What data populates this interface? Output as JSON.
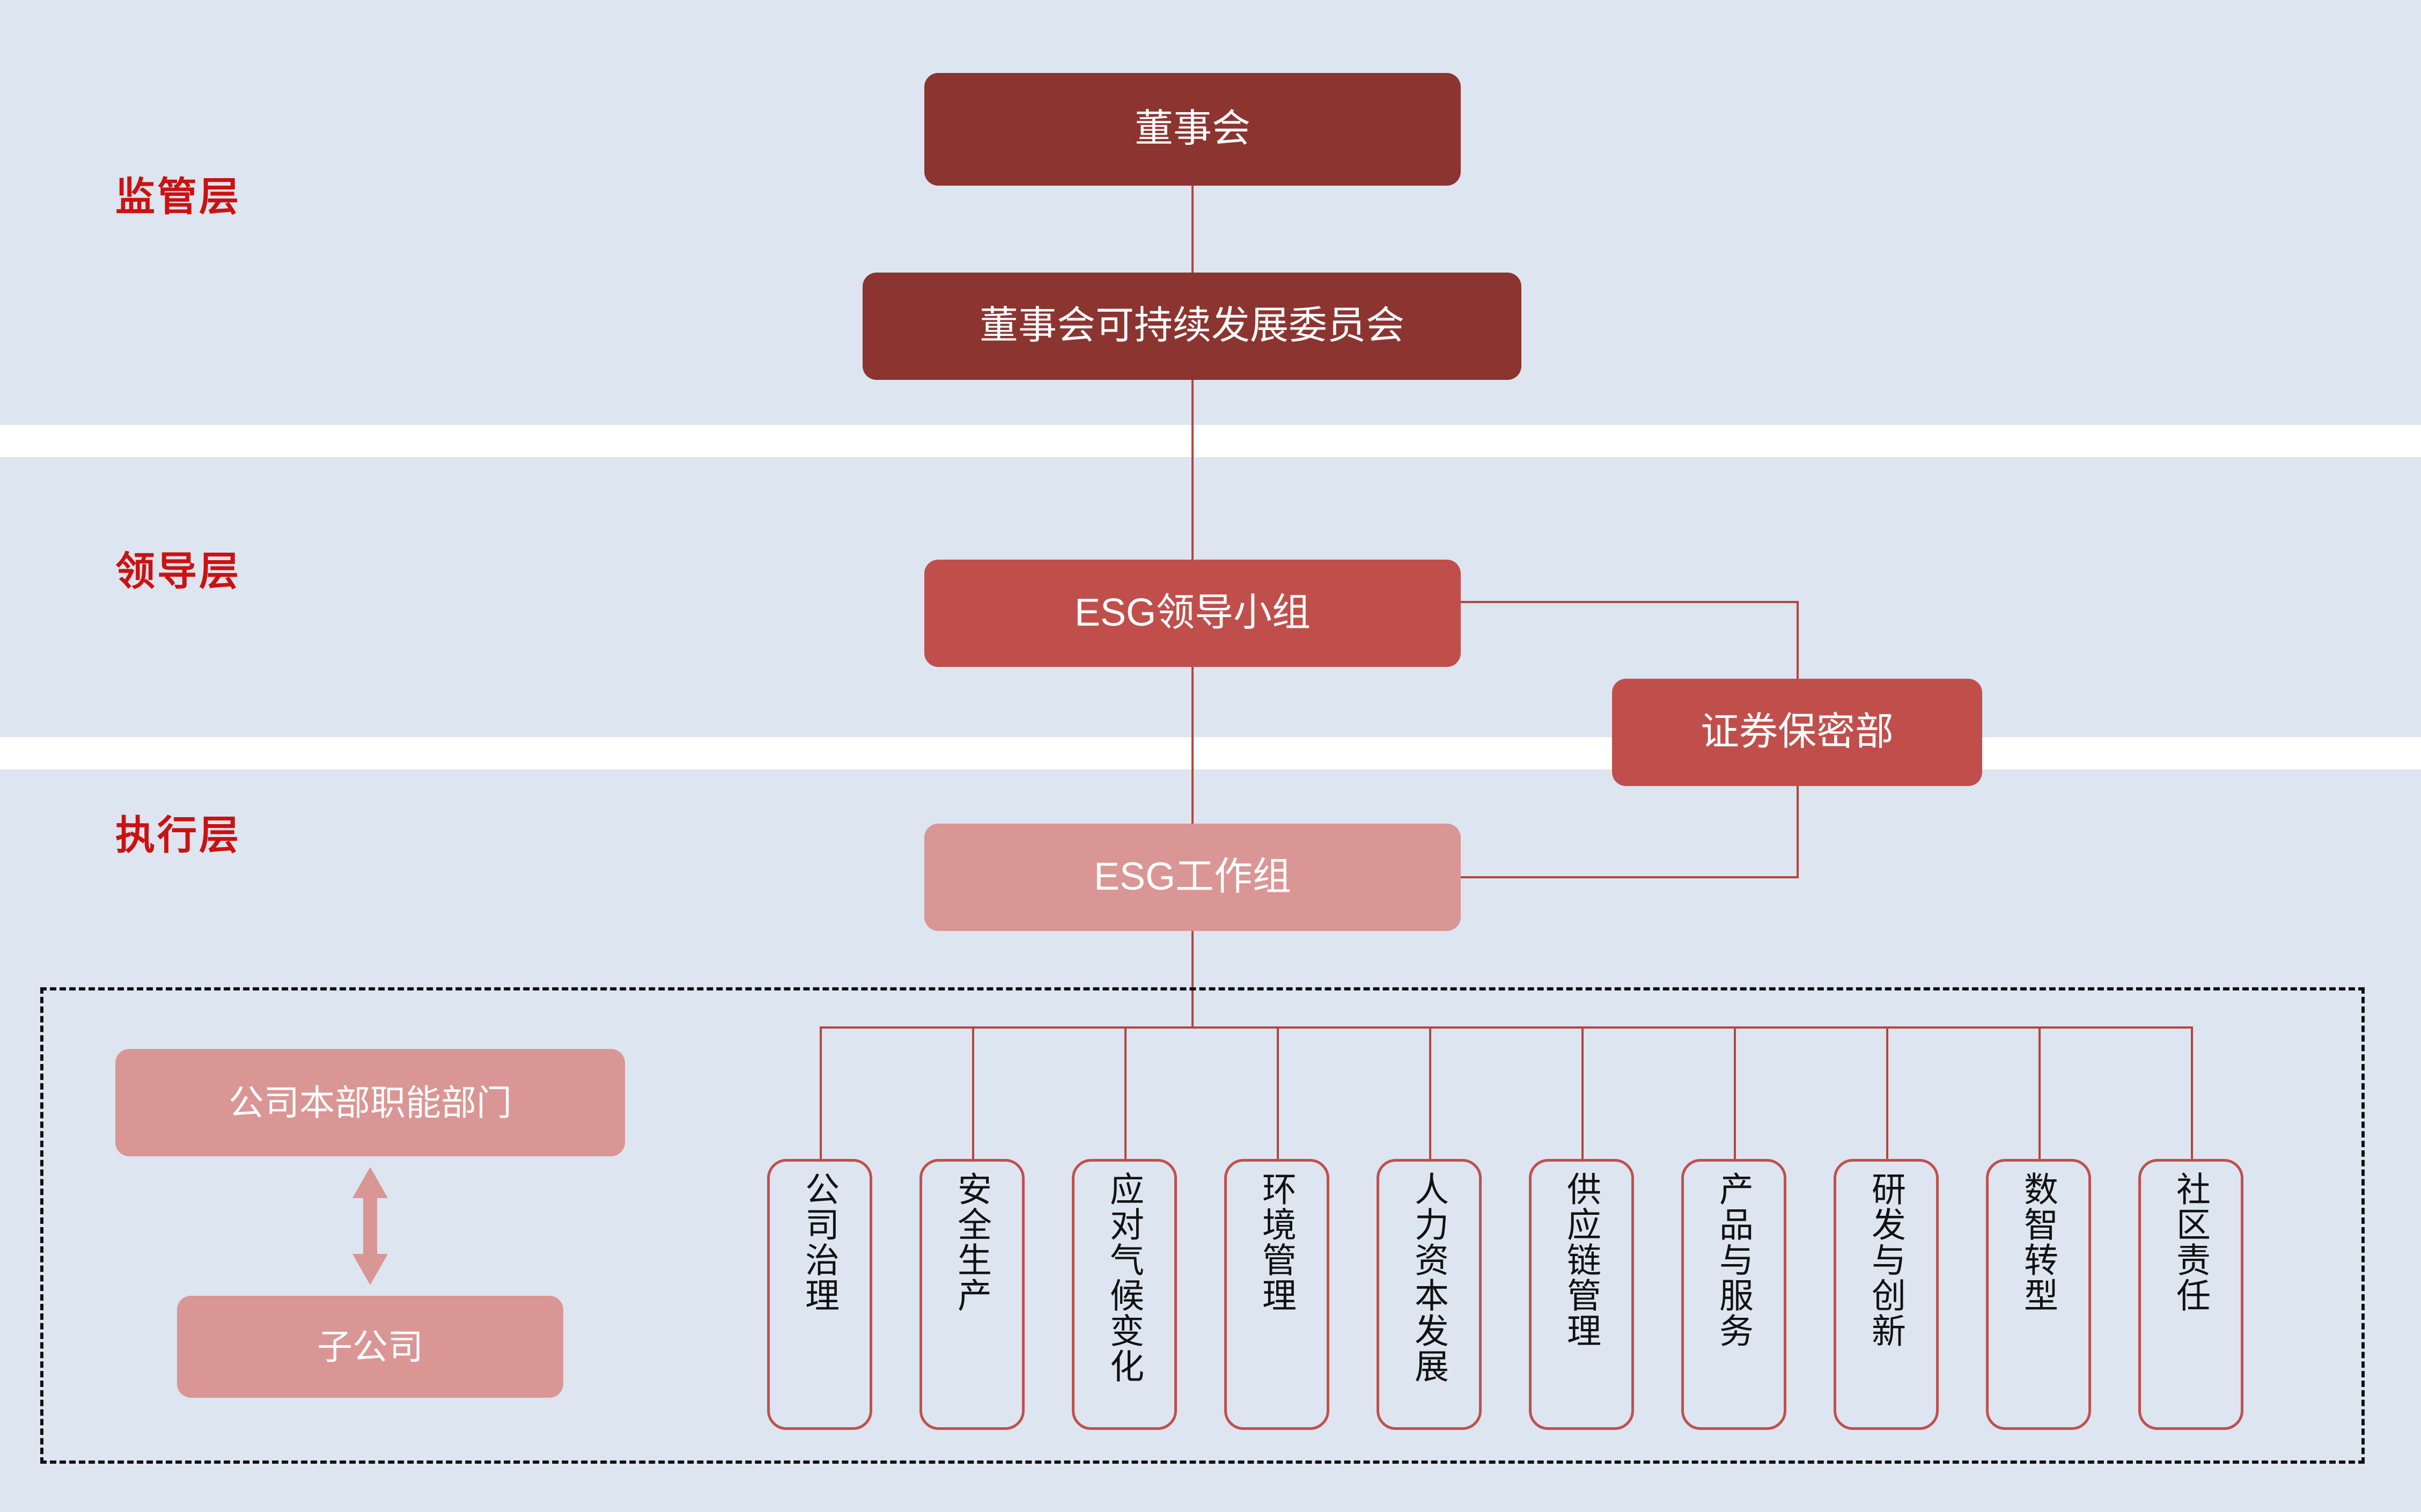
{
  "colors": {
    "band_background": "#dde5f0",
    "page_background": "#ffffff",
    "layer_label": "#cc1111",
    "node_dark_red": "#8c3430",
    "node_mid_red": "#c04f4c",
    "node_light_pink": "#d99694",
    "connector": "#b5453f",
    "topic_border": "#c0504d",
    "dashed_border": "#111111",
    "topic_text": "#111111"
  },
  "layers": [
    {
      "id": "supervision",
      "label": "监管层"
    },
    {
      "id": "leadership",
      "label": "领导层"
    },
    {
      "id": "execution",
      "label": "执行层"
    }
  ],
  "nodes": {
    "board": "董事会",
    "board_committee": "董事会可持续发展委员会",
    "esg_leadership_group": "ESG领导小组",
    "securities_confidentiality": "证券保密部",
    "esg_working_group": "ESG工作组",
    "hq_functions": "公司本部职能部门",
    "subsidiary": "子公司"
  },
  "topics": [
    "公司治理",
    "安全生产",
    "应对气候变化",
    "环境管理",
    "人力资本发展",
    "供应链管理",
    "产品与服务",
    "研发与创新",
    "数智转型",
    "社区责任"
  ]
}
